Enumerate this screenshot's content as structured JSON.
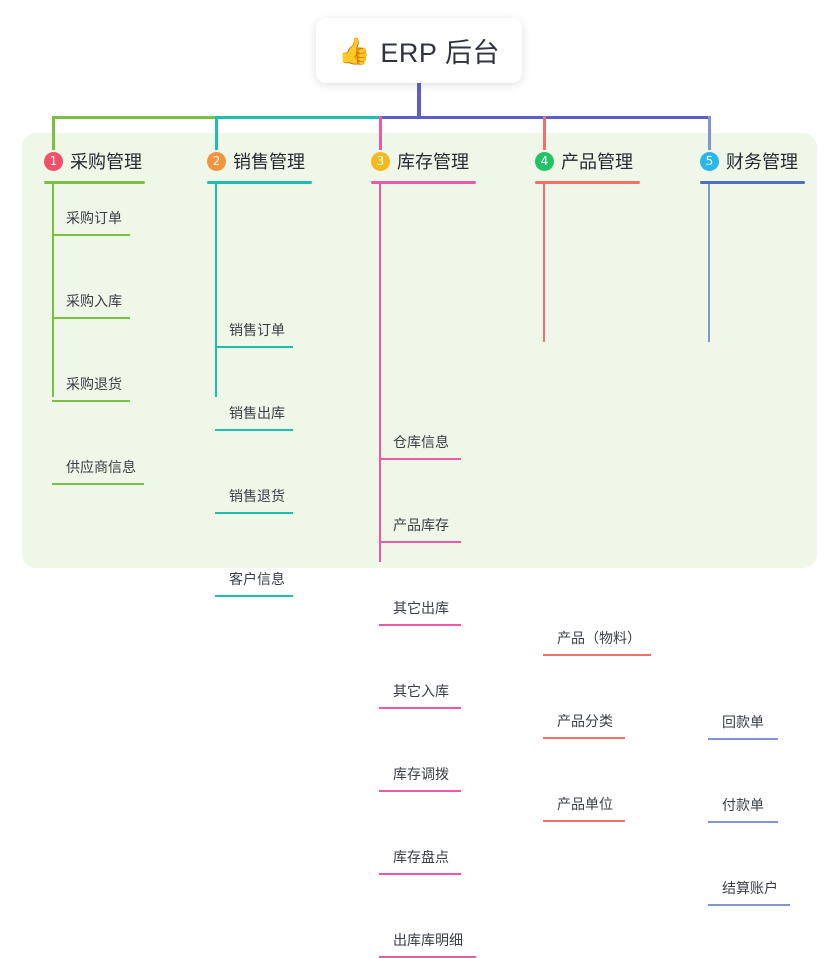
{
  "root": {
    "icon": "thumbs-up-icon",
    "emoji": "👍",
    "label": "ERP 后台"
  },
  "palette": {
    "page_bg": "#ffffff",
    "panel_bg": "#eef7e8",
    "card_bg": "#ffffff",
    "text": "#2f3440",
    "green": "#7ac143",
    "teal": "#1fbfb0",
    "magenta": "#ea5aa8",
    "indigo": "#5b5fc7",
    "salmon": "#f0706a",
    "blue": "#7f95d8",
    "badge1": "#f2506a",
    "badge2": "#f5923e",
    "badge3": "#f5b820",
    "badge4": "#22c267",
    "badge5": "#29b6e8"
  },
  "columns": [
    {
      "index": "1",
      "badge_color": "#f2506a",
      "rule_color": "#7ac143",
      "line_color": "#7ac143",
      "title": "采购管理",
      "items": [
        {
          "label": "采购订单",
          "rule_width": 78
        },
        {
          "label": "采购入库",
          "rule_width": 78
        },
        {
          "label": "采购退货",
          "rule_width": 78
        },
        {
          "label": "供应商信息",
          "rule_width": 92
        }
      ]
    },
    {
      "index": "2",
      "badge_color": "#f5923e",
      "rule_color": "#1fbfb0",
      "line_color": "#1fbfb0",
      "title": "销售管理",
      "items": [
        {
          "label": "销售订单",
          "rule_width": 78
        },
        {
          "label": "销售出库",
          "rule_width": 78
        },
        {
          "label": "销售退货",
          "rule_width": 78
        },
        {
          "label": "客户信息",
          "rule_width": 78
        }
      ]
    },
    {
      "index": "3",
      "badge_color": "#f5b820",
      "rule_color": "#ea5aa8",
      "line_color": "#ea5aa8",
      "title": "库存管理",
      "items": [
        {
          "label": "仓库信息",
          "rule_width": 82
        },
        {
          "label": "产品库存",
          "rule_width": 82
        },
        {
          "label": "其它出库",
          "rule_width": 82
        },
        {
          "label": "其它入库",
          "rule_width": 82
        },
        {
          "label": "库存调拨",
          "rule_width": 82
        },
        {
          "label": "库存盘点",
          "rule_width": 82
        },
        {
          "label": "出库库明细",
          "rule_width": 97
        }
      ]
    },
    {
      "index": "4",
      "badge_color": "#22c267",
      "rule_color": "#f0706a",
      "line_color": "#f0706a",
      "title": "产品管理",
      "items": [
        {
          "label": "产品（物料）",
          "rule_width": 108
        },
        {
          "label": "产品分类",
          "rule_width": 82
        },
        {
          "label": "产品单位",
          "rule_width": 82
        }
      ]
    },
    {
      "index": "5",
      "badge_color": "#29b6e8",
      "rule_color": "#4a6fc4",
      "line_color": "#7f95d8",
      "title": "财务管理",
      "items": [
        {
          "label": "回款单",
          "rule_width": 70
        },
        {
          "label": "付款单",
          "rule_width": 70
        },
        {
          "label": "结算账户",
          "rule_width": 82
        }
      ]
    }
  ]
}
